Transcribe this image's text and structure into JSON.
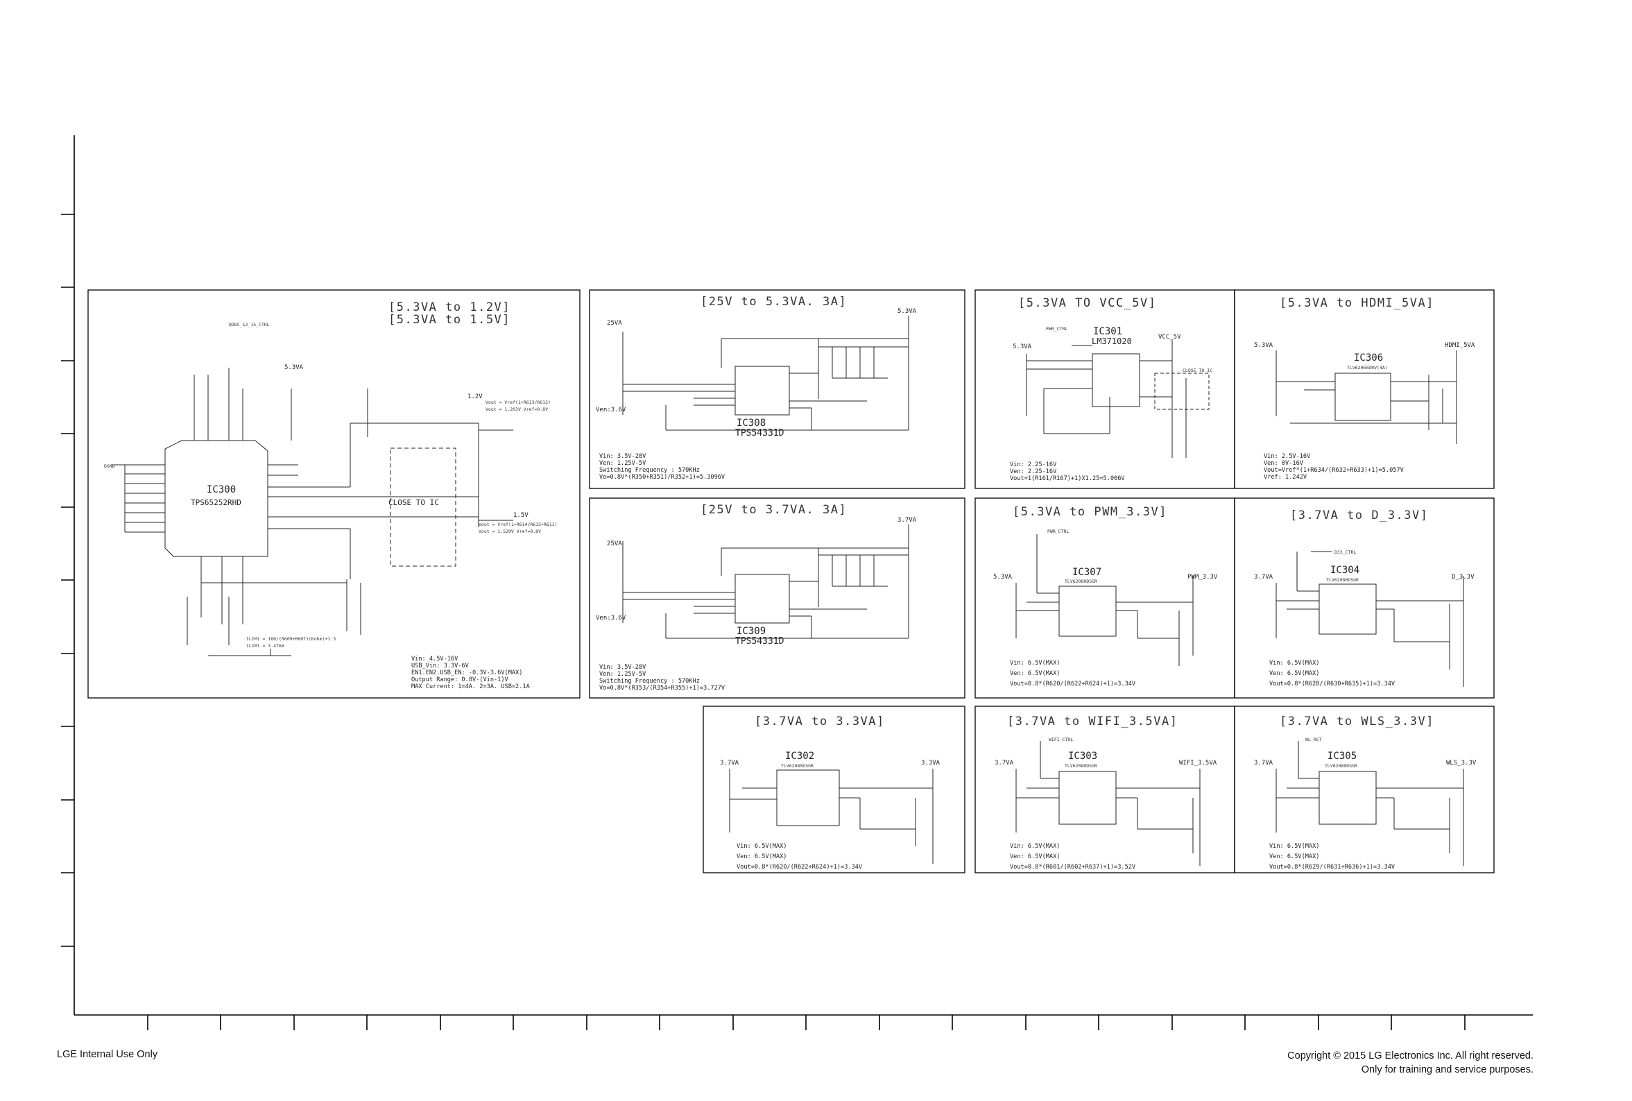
{
  "footer": {
    "left": "LGE Internal Use Only",
    "right_line1": "Copyright © 2015 LG Electronics Inc. All right reserved.",
    "right_line2": "Only for training and service purposes."
  },
  "blocks": {
    "b1": {
      "title1": "[5.3VA to 1.2V]",
      "title2": "[5.3VA to 1.5V]",
      "ic": "IC300",
      "part": "TPS65252RHD",
      "net_in": "5.3VA",
      "out1": "1.2V",
      "out2": "1.5V",
      "close": "CLOSE TO IC",
      "notes": [
        "Vin: 4.5V-16V",
        "USB_Vin: 3.3V-6V",
        "EN1.EN2.USB_EN: -0.3V-3.6V(MAX)",
        "Output Range: 0.8V-(Vin-1)V",
        "MAX Current: 1=4A. 2=3A. USB=2.1A"
      ],
      "misc": [
        "DDDC_12_15_CTRL",
        "DGND",
        "Vout = Vref(1+R613/R612)",
        "Vout = 1.203V  Vref=0.8V",
        "Vout = Vref(1+R614/R615+R611)",
        "Vout = 1.529V  Vref=0.8V",
        "ILIM1 = 180/(R609+R607)(Kohm)+1.3",
        "ILIM1 = 3.476A"
      ]
    },
    "b2": {
      "title": "[25V to 5.3VA. 3A]",
      "ic": "IC308",
      "part": "TPS54331D",
      "net_in": "25VA",
      "net_out": "5.3VA",
      "ven": "Ven:3.6V",
      "notes": [
        "Vin: 3.5V-28V",
        "Ven: 1.25V-5V",
        "Switching Frequency : 570KHz",
        "Vo=0.8V*(R350+R351)/R352+1)=5.3096V"
      ]
    },
    "b3": {
      "title": "[25V to 3.7VA. 3A]",
      "ic": "IC309",
      "part": "TPS54331D",
      "net_in": "25VA",
      "net_out": "3.7VA",
      "ven": "Ven:3.6V",
      "notes": [
        "Vin: 3.5V-28V",
        "Ven: 1.25V-5V",
        "Switching Frequency : 570KHz",
        "Vo=0.8V*(R353/(R354+R355)+1)=3.727V"
      ]
    },
    "b4": {
      "title": "[5.3VA TO VCC_5V]",
      "ic": "IC301",
      "part": "LM371020",
      "net_in": "5.3VA",
      "net_out": "VCC_5V",
      "ctrl": "PWR_CTRL",
      "close": "CLOSE TO IC",
      "notes": [
        "Vin: 2.25-16V",
        "Ven: 2.25-16V",
        "Vout=1(R161/R167)+1)X1.25=5.006V"
      ]
    },
    "b5": {
      "title": "[5.3VA to HDMI_5VA]",
      "ic": "IC306",
      "part": "TLV62065DRV(4A)",
      "net_in": "5.3VA",
      "net_out": "HDMI_5VA",
      "notes": [
        "Vin: 2.5V-16V",
        "Ven: 0V-16V",
        "Vout=Vref*(1+R634/(R632+R633)+1)=5.057V",
        "Vref: 1.242V"
      ]
    },
    "b6": {
      "title": "[5.3VA to PWM_3.3V]",
      "ic": "IC307",
      "part": "TLV62080DSGR",
      "net_in": "5.3VA",
      "net_out": "PWM_3.3V",
      "ctrl": "PWR_CTRL",
      "notes": [
        "Vin: 6.5V(MAX)",
        "Ven: 6.5V(MAX)",
        "Vout=0.8*(R620/(R622+R624)+1)=3.34V"
      ]
    },
    "b7": {
      "title": "[3.7VA to D_3.3V]",
      "ic": "IC304",
      "part": "TLV62080DSGR",
      "net_in": "3.7VA",
      "net_out": "D_3.3V",
      "ctrl": "D33_CTRL",
      "notes": [
        "Vin: 6.5V(MAX)",
        "Ven: 6.5V(MAX)",
        "Vout=0.8*(R628/(R630+R635)+1)=3.34V"
      ]
    },
    "b8": {
      "title": "[3.7VA to 3.3VA]",
      "ic": "IC302",
      "part": "TLV62080DSGR",
      "net_in": "3.7VA",
      "net_out": "3.3VA",
      "notes": [
        "Vin: 6.5V(MAX)",
        "Ven: 6.5V(MAX)",
        "Vout=0.8*(R620/(R622+R624)+1)=3.34V"
      ]
    },
    "b9": {
      "title": "[3.7VA to WIFI_3.5VA]",
      "ic": "IC303",
      "part": "TLV62080DSGR",
      "net_in": "3.7VA",
      "net_out": "WIFI_3.5VA",
      "ctrl": "WIFI_CTRL",
      "notes": [
        "Vin: 6.5V(MAX)",
        "Ven: 6.5V(MAX)",
        "Vout=0.8*(R601/(R602+R637)+1)=3.52V"
      ]
    },
    "b10": {
      "title": "[3.7VA to WLS_3.3V]",
      "ic": "IC305",
      "part": "TLV62080DSGR",
      "net_in": "3.7VA",
      "net_out": "WLS_3.3V",
      "ctrl": "WL_RST",
      "notes": [
        "Vin: 6.5V(MAX)",
        "Ven: 6.5V(MAX)",
        "Vout=0.8*(R629/(R631+R636)+1)=3.34V"
      ]
    }
  }
}
